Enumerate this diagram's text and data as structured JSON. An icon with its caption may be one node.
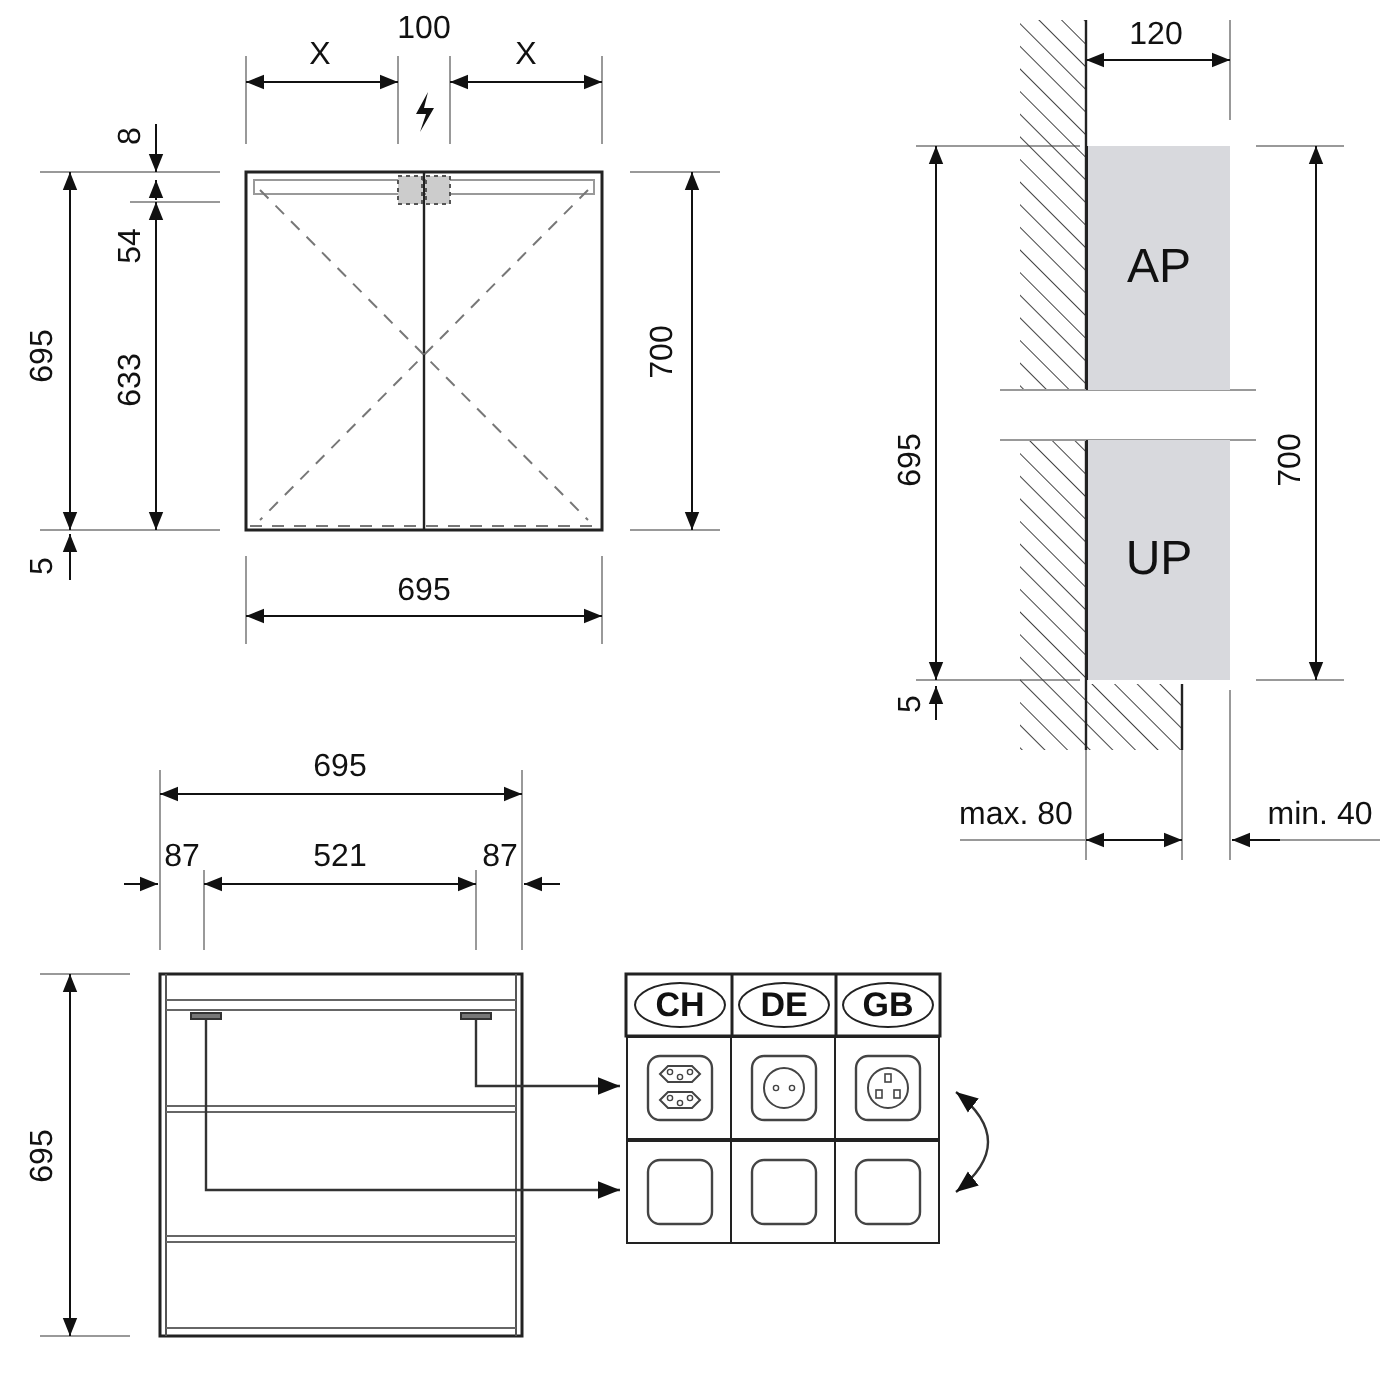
{
  "diagram": {
    "nodes": [
      {
        "text": [
          "AP"
        ]
      },
      {
        "text": [
          "UP"
        ]
      },
      {
        "text": [
          "CH"
        ]
      },
      {
        "text": [
          "DE"
        ]
      },
      {
        "text": [
          "GB"
        ]
      },
      {
        "text": [],
        "shape": "bar"
      },
      {
        "text": [],
        "shape": "bar"
      },
      {
        "text": [],
        "shape": "box"
      },
      {
        "text": [],
        "shape": "box"
      }
    ],
    "edges": [
      {
        "from": 6,
        "to": 7,
        "arrow": "to"
      },
      {
        "from": 5,
        "to": 8,
        "arrow": "to"
      },
      {
        "from": 7,
        "to": 8,
        "arrow": "both"
      }
    ],
    "labels": [
      "X",
      "100",
      "X",
      "8",
      "54",
      "695",
      "633",
      "5",
      "700",
      "695",
      "120",
      "695",
      "700",
      "5",
      "max. 80",
      "min. 40",
      "695",
      "87",
      "521",
      "87",
      "695"
    ]
  }
}
